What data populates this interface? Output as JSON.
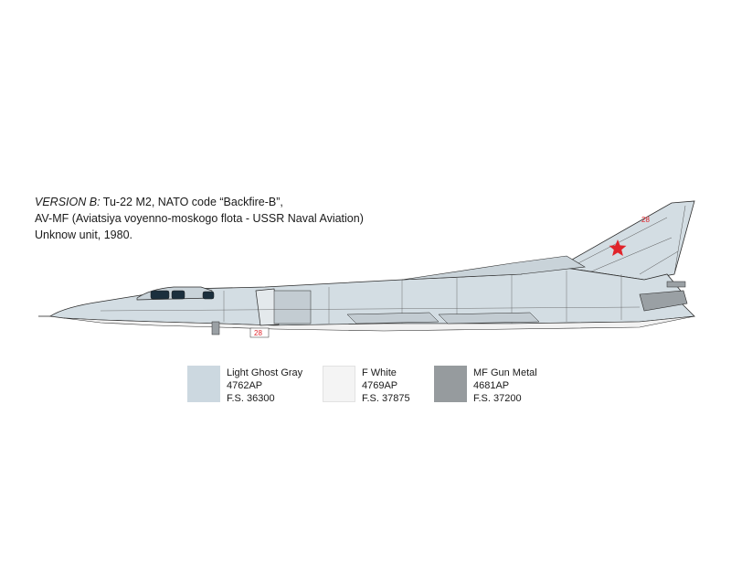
{
  "caption": {
    "version_label": "VERSION B:",
    "line1_rest": " Tu-22 M2, NATO code “Backfire-B”,",
    "line2": "AV-MF  (Aviatsiya voyenno-moskogo flota - USSR Naval Aviation)",
    "line3": "Unknow unit, 1980."
  },
  "aircraft": {
    "tail_number": "28",
    "intake_number": "28",
    "star_color": "#e0242b",
    "base_color": "#d3dde3",
    "metal_color": "#9aa0a4"
  },
  "swatches": [
    {
      "name": "Light Ghost Gray",
      "code": "4762AP",
      "fs": "F.S. 36300",
      "color": "#ccd8e0"
    },
    {
      "name": "F White",
      "code": "4769AP",
      "fs": "F.S. 37875",
      "color": "#f4f4f4"
    },
    {
      "name": "MF Gun Metal",
      "code": "4681AP",
      "fs": "F.S. 37200",
      "color": "#969b9e"
    }
  ]
}
